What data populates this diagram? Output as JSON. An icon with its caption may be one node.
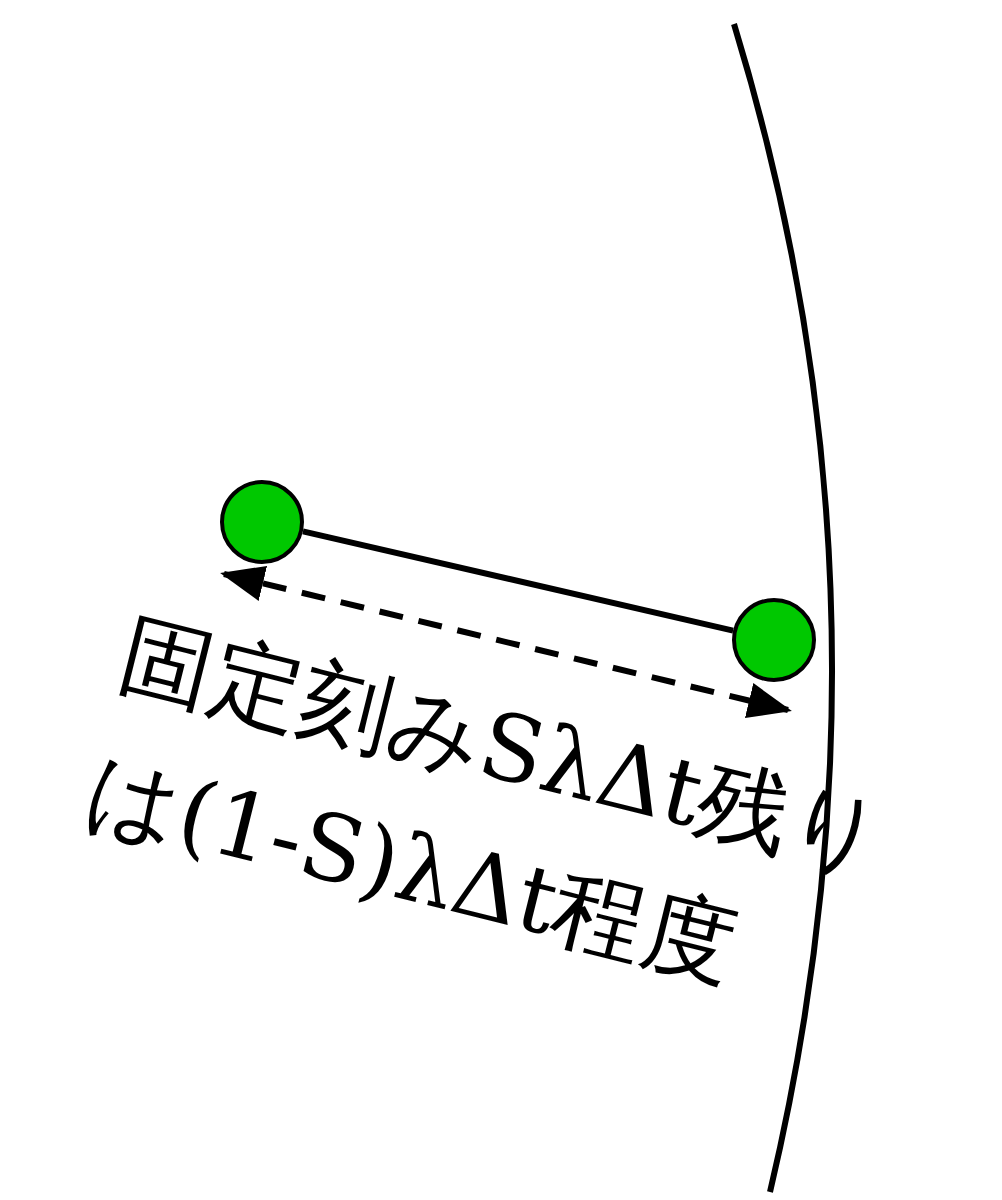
{
  "diagram": {
    "nodes": [
      {
        "text": [],
        "shape": "circle"
      },
      {
        "text": [],
        "shape": "circle"
      }
    ],
    "edges": [
      {
        "from": 0,
        "to": 1,
        "arrow": "none"
      },
      {
        "from": 0,
        "to": 1,
        "arrow": "both",
        "style": "dashed"
      }
    ],
    "labels": [
      "固定刻みSλΔt残りは(1-S)λΔt程度"
    ]
  }
}
